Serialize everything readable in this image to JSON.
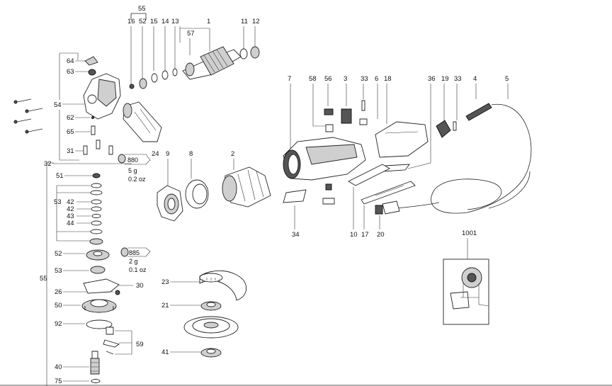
{
  "diagram": {
    "labels": {
      "p55_top": "55",
      "p16": "16",
      "p52_top": "52",
      "p15": "15",
      "p14": "14",
      "p13": "13",
      "p1": "1",
      "p57": "57",
      "p11": "11",
      "p12": "12",
      "p64": "64",
      "p63": "63",
      "p54": "54",
      "p62": "62",
      "p65": "65",
      "p31": "31",
      "p32": "32",
      "p24": "24",
      "p7": "7",
      "p58": "58",
      "p56": "56",
      "p3": "3",
      "p33a": "33",
      "p6": "6",
      "p18": "18",
      "p36": "36",
      "p19": "19",
      "p33b": "33",
      "p4": "4",
      "p5": "5",
      "p9": "9",
      "p8": "8",
      "p2": "2",
      "p34": "34",
      "p10": "10",
      "p17": "17",
      "p20": "20",
      "p1001": "1001",
      "p51": "51",
      "p53a": "53",
      "p42a": "42",
      "p42b": "42",
      "p43": "43",
      "p44": "44",
      "p52": "52",
      "p53b": "53",
      "p55_left": "55",
      "p26": "26",
      "p30": "30",
      "p50": "50",
      "p92": "92",
      "p59": "59",
      "p40": "40",
      "p75": "75",
      "p23": "23",
      "p21": "21",
      "p41": "41"
    },
    "notes": {
      "grease1_code": "880",
      "grease1_g": "5 g",
      "grease1_oz": "0.2 oz",
      "grease2_code": "885",
      "grease2_g": "2 g",
      "grease2_oz": "0.1 oz"
    }
  }
}
